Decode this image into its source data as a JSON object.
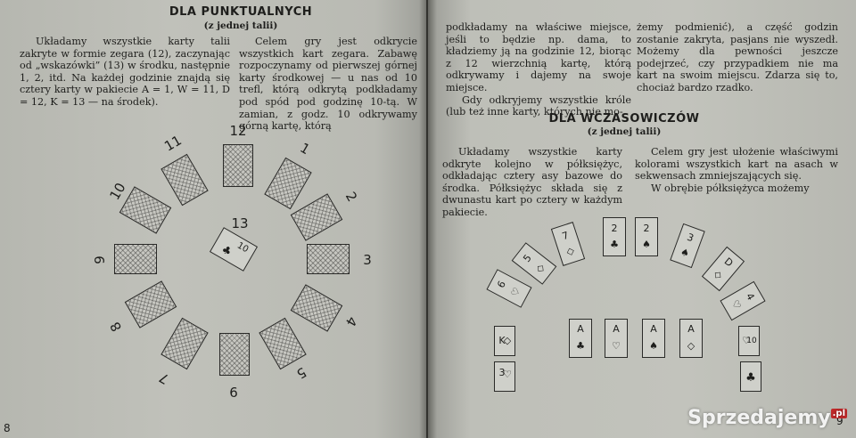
{
  "left_page": {
    "title": "DLA PUNKTUALNYCH",
    "subtitle": "(z jednej talii)",
    "col1": [
      "Układamy wszystkie karty talii zakryte w formie zegara (12), zaczynając od „wskazówki” (13) w środku, następnie 1, 2, itd. Na każdej godzinie znajdą się cztery karty w pakiecie A = 1, W = 11, D = 12, K = 13 — na środek)."
    ],
    "col2": [
      "Celem gry jest odkrycie wszystkich kart zegara. Zabawę rozpoczynamy od pierwszej górnej karty środkowej — u nas od 10 trefl, którą odkrytą podkładamy pod spód pod godzinę 10-tą. W zamian, z godz. 10 odkrywamy górną kartę, którą"
    ],
    "clock_numbers": [
      "12",
      "1",
      "2",
      "3",
      "4",
      "5",
      "6",
      "7",
      "8",
      "9",
      "10",
      "11",
      "13"
    ],
    "center_card": {
      "rank": "10",
      "suit": "♣"
    },
    "page_number": "8"
  },
  "right_page": {
    "top_col1": [
      "podkładamy na właściwe miejsce, jeśli to będzie np. dama, to kładziemy ją na godzinie 12, biorąc z 12 wierzchnią kartę, którą odkrywamy i dajemy na swoje miejsce.",
      "Gdy odkryjemy wszystkie króle (lub też inne karty, których nie mo-"
    ],
    "top_col2": [
      "żemy podmienić), a część godzin zostanie zakryta, pasjans nie wyszedł. Możemy dla pewności jeszcze podejrzeć, czy przypadkiem nie ma kart na swoim miejscu. Zdarza się to, chociaż bardzo rzadko."
    ],
    "title": "DLA WCZASOWICZÓW",
    "subtitle": "(z jednej talii)",
    "col1": [
      "Układamy wszystkie karty odkryte kolejno w półksiężyc, odkładając cztery asy bazowe do środka. Półksiężyc składa się z dwunastu kart po cztery w każdym pakiecie."
    ],
    "col2": [
      "Celem gry jest ułożenie właściwymi kolorami wszystkich kart na asach w sekwensach zmniejszających się.",
      "W obrębie półksiężyca możemy"
    ],
    "arc_cards": [
      {
        "rank": "3",
        "suit": "♡"
      },
      {
        "rank": "K",
        "suit": "◇"
      },
      {
        "rank": "6",
        "suit": "♡"
      },
      {
        "rank": "5",
        "suit": "◇"
      },
      {
        "rank": "7",
        "suit": "◇"
      },
      {
        "rank": "2",
        "suit": "♣"
      },
      {
        "rank": "2",
        "suit": "♠"
      },
      {
        "rank": "3",
        "suit": "♠"
      },
      {
        "rank": "D",
        "suit": "◇"
      },
      {
        "rank": "4",
        "suit": "♡"
      },
      {
        "rank": "10",
        "suit": "♡"
      },
      {
        "rank": "",
        "suit": "♣"
      }
    ],
    "aces": [
      {
        "rank": "A",
        "suit": "♣"
      },
      {
        "rank": "A",
        "suit": "♡"
      },
      {
        "rank": "A",
        "suit": "♠"
      },
      {
        "rank": "A",
        "suit": "◇"
      }
    ],
    "page_number": "9"
  },
  "watermark": {
    "text": "Sprzedajemy",
    "suffix": ".pl"
  }
}
